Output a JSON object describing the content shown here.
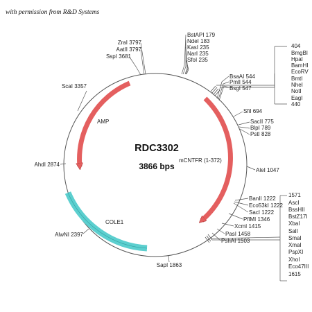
{
  "caption": "with permission from R&D Systems",
  "plasmid": {
    "name": "RDC3302",
    "size": "3866 bps"
  },
  "features": {
    "amp": "AMP",
    "cntfr": "mCNTFR (1-372)",
    "cole1": "COLE1"
  },
  "sites": {
    "bstapi": "BstAPI 179",
    "ndei": "NdeI 183",
    "kasi": "KasI 235",
    "nari": "NarI 235",
    "sfoi": "SfoI 235",
    "zrai": "ZraI 3797",
    "aatii": "AatII 3797",
    "sspi": "SspI 3681",
    "scai": "ScaI 3357",
    "ahdi": "AhdI 2874",
    "alwni": "AlwNI 2397",
    "sapi": "SapI 1863",
    "bsaai": "BsaAI 544",
    "pmli": "PmlI 544",
    "bsgi": "BsgI 547",
    "sfii": "SfiI 694",
    "sacii": "SacII 775",
    "blpi": "BlpI 789",
    "psti": "PstI 828",
    "alei": "AleI 1047",
    "banii": "BanII 1222",
    "eco53ki": "Eco53kI 1222",
    "saci": "SacI 1222",
    "pflmi": "PflMI 1346",
    "xcmi": "XcmI 1415",
    "pasi": "PasI 1458",
    "pshai": "PshAI 1503"
  },
  "mcs1": {
    "pos_top": "404",
    "enzymes": [
      "BmgBI",
      "HpaI",
      "BamHI",
      "EcoRV",
      "BmtI",
      "NheI",
      "NotI",
      "EagI"
    ],
    "pos_bottom": "440"
  },
  "mcs2": {
    "pos_top": "1571",
    "enzymes": [
      "AscI",
      "BssHII",
      "BstZ17I",
      "XbaI",
      "SalI",
      "SmaI",
      "XmaI",
      "PspXI",
      "XhoI",
      "Eco47III"
    ],
    "pos_bottom": "1615"
  },
  "colors": {
    "amp_arrow": "#e45f5f",
    "cntfr_arrow": "#e45f5f",
    "cole1_arc": "#5ccfcf",
    "backbone": "#555555"
  }
}
